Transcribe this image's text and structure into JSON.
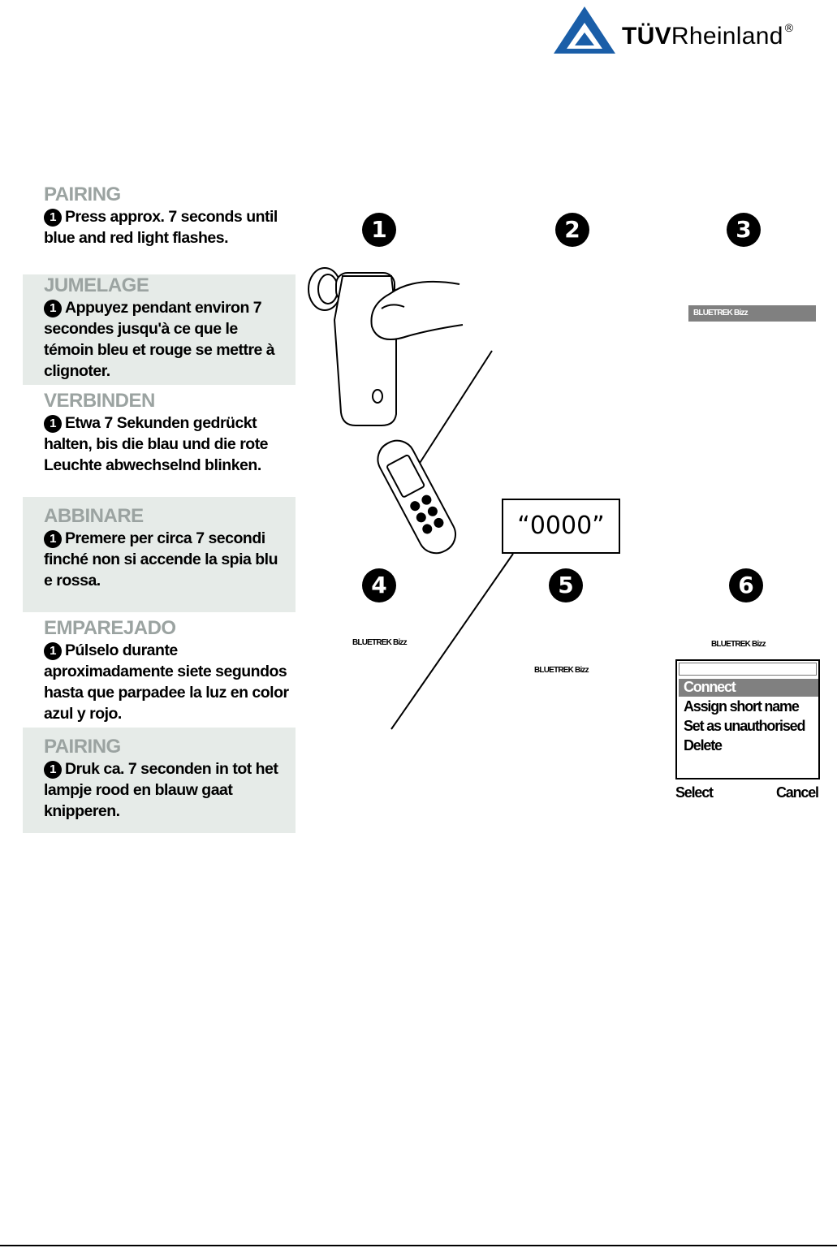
{
  "logo": {
    "text_bold": "TÜV",
    "text_regular": "Rheinland",
    "registered": "®"
  },
  "languages": [
    {
      "title": "PAIRING",
      "step": "1",
      "text": "Press approx. 7 seconds until blue and red light flashes."
    },
    {
      "title": "JUMELAGE",
      "step": "1",
      "text": "Appuyez pendant environ 7 secondes jusqu'à ce que le témoin bleu et rouge se mettre à clignoter."
    },
    {
      "title": "VERBINDEN",
      "step": "1",
      "text": "Etwa 7 Sekunden gedrückt halten, bis die blau und die rote Leuchte abwechselnd blinken."
    },
    {
      "title": "ABBINARE",
      "step": "1",
      "text": "Premere per circa 7 secondi finché non si accende la spia blu e rossa."
    },
    {
      "title": "EMPAREJADO",
      "step": "1",
      "text": "Púlselo durante aproximadamente siete segundos hasta que parpadee la luz en color azul y rojo."
    },
    {
      "title": "PAIRING",
      "step": "1",
      "text": "Druk ca. 7 seconden in tot het lampje rood en blauw gaat knipperen."
    }
  ],
  "steps": [
    "1",
    "2",
    "3",
    "4",
    "5",
    "6"
  ],
  "device_name": "BLUETREK Bizz",
  "pin_code": "“0000”",
  "menu": {
    "items": [
      "Connect",
      "Assign short name",
      "Set as unauthorised",
      "Delete"
    ],
    "softkey_left": "Select",
    "softkey_right": "Cancel"
  }
}
